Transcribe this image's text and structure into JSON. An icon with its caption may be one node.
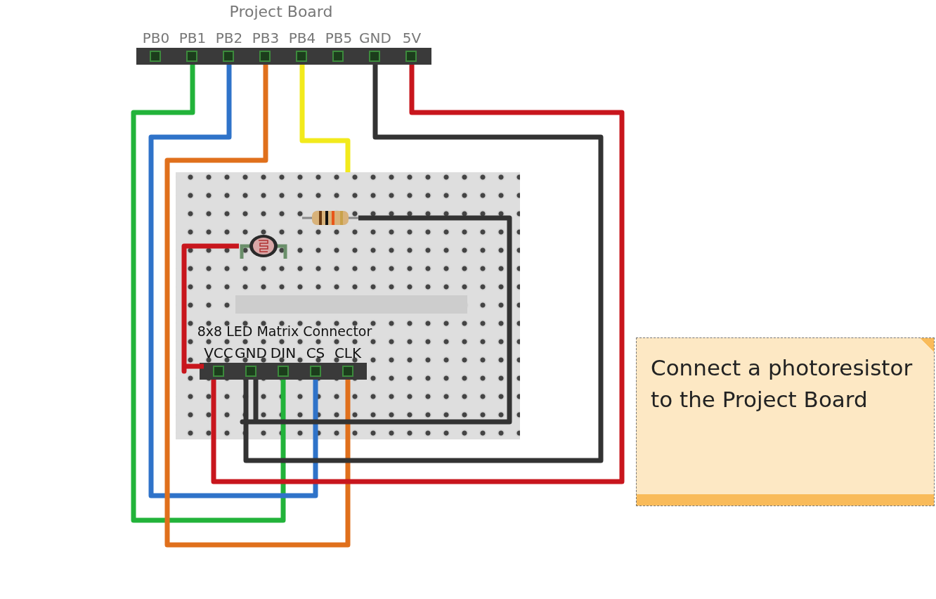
{
  "diagram": {
    "nodes": [
      {
        "text": [
          "Project Board"
        ]
      },
      {
        "text": [
          "PB0"
        ],
        "in": 0
      },
      {
        "text": [
          "PB1"
        ],
        "in": 0
      },
      {
        "text": [
          "PB2"
        ],
        "in": 0
      },
      {
        "text": [
          "PB3"
        ],
        "in": 0
      },
      {
        "text": [
          "PB4"
        ],
        "in": 0
      },
      {
        "text": [
          "PB5"
        ],
        "in": 0
      },
      {
        "text": [
          "GND"
        ],
        "in": 0
      },
      {
        "text": [
          "5V"
        ],
        "in": 0
      },
      {
        "text": [],
        "shape": "picture"
      },
      {
        "text": [],
        "shape": "picture",
        "in": 9
      },
      {
        "text": [],
        "shape": "picture",
        "in": 9
      },
      {
        "text": [
          "8x8 LED Matrix Connector"
        ],
        "in": 9
      },
      {
        "text": [
          "VCC"
        ],
        "in": 12
      },
      {
        "text": [
          "GND"
        ],
        "in": 12
      },
      {
        "text": [
          "DIN"
        ],
        "in": 12
      },
      {
        "text": [
          "CS"
        ],
        "in": 12
      },
      {
        "text": [
          "CLK"
        ],
        "in": 12
      },
      {
        "text": [
          "Connect a photoresistor to the Project Board"
        ]
      }
    ],
    "edges": [
      {
        "from": 2,
        "to": 15,
        "arrow": "none",
        "color": "#22b33a"
      },
      {
        "from": 3,
        "to": 16,
        "arrow": "none",
        "color": "#2f73c9"
      },
      {
        "from": 4,
        "to": 17,
        "arrow": "none",
        "color": "#e0701c"
      },
      {
        "from": 5,
        "to": 9,
        "arrow": "none",
        "color": "#f2ea1c"
      },
      {
        "from": 7,
        "to": 14,
        "arrow": "none",
        "color": "#333333"
      },
      {
        "from": 8,
        "to": 13,
        "arrow": "none",
        "color": "#c8161d"
      },
      {
        "from": 10,
        "to": 13,
        "arrow": "none",
        "color": "#c8161d"
      },
      {
        "from": 11,
        "to": 14,
        "arrow": "none",
        "color": "#333333"
      }
    ]
  }
}
